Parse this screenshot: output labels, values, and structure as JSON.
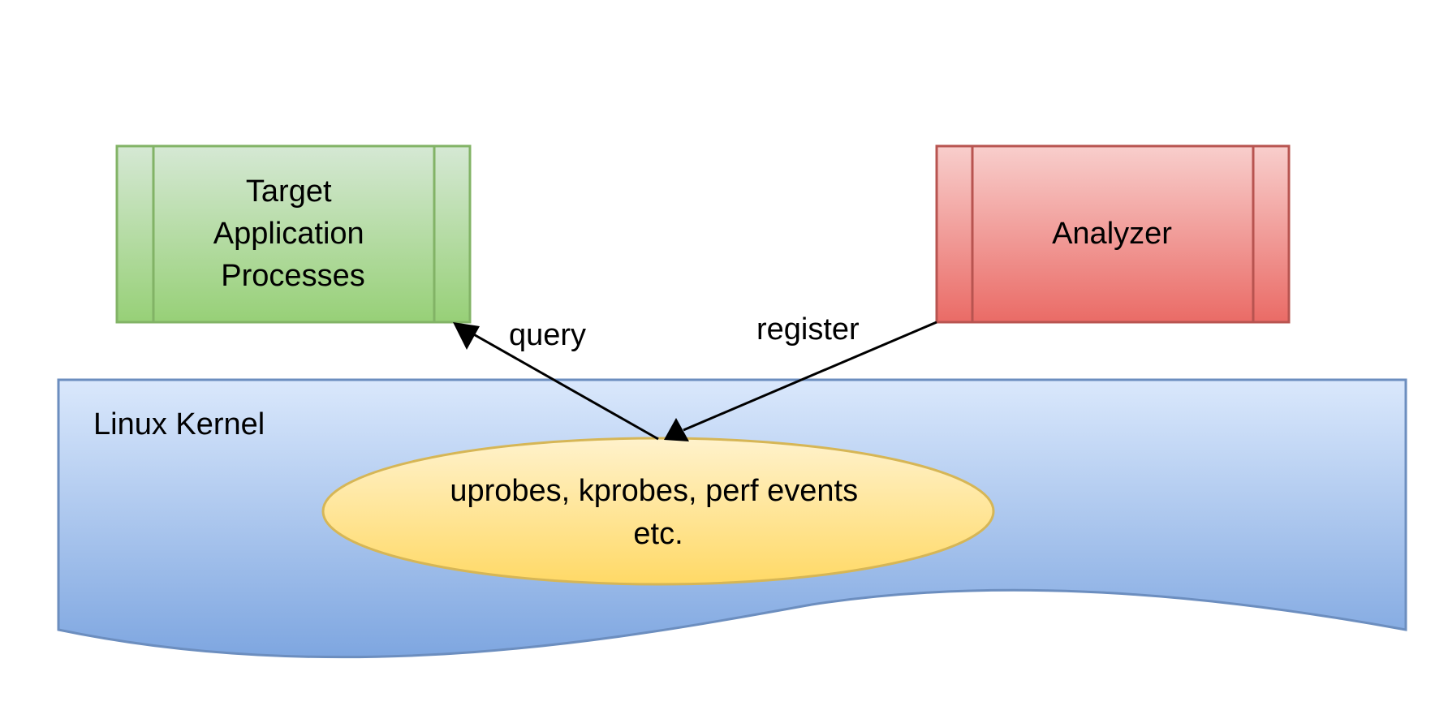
{
  "kernel": {
    "label": "Linux Kernel",
    "color": "#6c8ebf"
  },
  "target": {
    "lines": [
      "Target",
      "Application",
      "Processes"
    ],
    "color": "#82b366"
  },
  "analyzer": {
    "label": "Analyzer",
    "color": "#b85450"
  },
  "probes": {
    "lines": [
      "uprobes, kprobes, perf events",
      "etc."
    ],
    "color": "#d6b656"
  },
  "edges": {
    "query": "query",
    "register": "register"
  }
}
